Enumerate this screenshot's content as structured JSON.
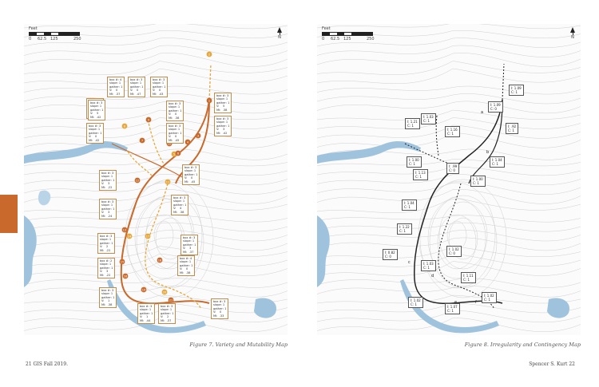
{
  "left_page": {
    "scale": {
      "unit": "Feet",
      "ticks": [
        "0",
        "62.5",
        "125",
        "250"
      ]
    },
    "north_label": "N",
    "caption": "Figure 7. Variety and Mutability Map",
    "footer": "21    GIS Fall 2019.",
    "colors": {
      "primary_route": "#c9692b",
      "secondary_route": "#e8a73a",
      "water": "#9fc3dd",
      "contour": "#cfcfcf"
    },
    "labels": [
      {
        "lines": [
          "box #: 3",
          "slope: 1",
          "gather: 1",
          "V:    0",
          "MI:  .35"
        ]
      },
      {
        "lines": [
          "box #: 4",
          "slope: 1",
          "gather: 1",
          "V:    0",
          "MI:  .37"
        ]
      },
      {
        "lines": [
          "box #: 3",
          "slope: 1",
          "gather: 1",
          "V:    0",
          "MI:  .47"
        ]
      },
      {
        "lines": [
          "box #: 3",
          "slope: 1",
          "gather: 1",
          "V:    0",
          "MI:  .43"
        ]
      },
      {
        "lines": [
          "box #: 3",
          "slope: 1",
          "gather: 1",
          "V:    5",
          "MI:  .42"
        ]
      },
      {
        "lines": [
          "box #: 3",
          "slope: 1",
          "gather: 1",
          "V:    0",
          "MI:  .38"
        ]
      },
      {
        "lines": [
          "box #: 3",
          "slope: 1",
          "gather: 1",
          "V:    0",
          "MI:  .42"
        ]
      },
      {
        "lines": [
          "box #: 3",
          "slope: 1",
          "gather: 1",
          "V:    5",
          "MI:  .38"
        ]
      },
      {
        "lines": [
          "box #: 3",
          "slope: 1",
          "gather: 1",
          "V:    0",
          "MI:  .45"
        ]
      },
      {
        "lines": [
          "box #: 3",
          "slope: 1",
          "gather: 1",
          "V:    3",
          "MI:  .42"
        ]
      },
      {
        "lines": [
          "box #: 3",
          "slope: 1",
          "gather: 1",
          "V:    3",
          "MI:  .22"
        ]
      },
      {
        "lines": [
          "box #: 3",
          "slope: 1",
          "gather: 1",
          "V:    0",
          "MI:  .45"
        ]
      },
      {
        "lines": [
          "box #: 3",
          "slope: 1",
          "gather: 1",
          "V:    4",
          "MI:  .38"
        ]
      },
      {
        "lines": [
          "box #: 3",
          "slope: 1",
          "gather: 1",
          "V:    3",
          "MI:  .24"
        ]
      },
      {
        "lines": [
          "box #: 2",
          "slope: 1",
          "gather: 1",
          "V:    3",
          "MI:  .22"
        ]
      },
      {
        "lines": [
          "box #: 3",
          "slope: 1",
          "gather: 1",
          "V:    3",
          "MI:  .37"
        ]
      },
      {
        "lines": [
          "box #: 3",
          "slope: 1",
          "gather: 1",
          "V:    2",
          "MI:  .22"
        ]
      },
      {
        "lines": [
          "box #: 3",
          "slope: 1",
          "gather: 1",
          "V:    1",
          "MI:  .38"
        ]
      },
      {
        "lines": [
          "box #: 4",
          "slope: 1",
          "gather: 1",
          "V:    0",
          "MI:  .38"
        ]
      },
      {
        "lines": [
          "box #: 3",
          "slope: 1",
          "gather: 1",
          "V:    1",
          "MI:  .44"
        ]
      },
      {
        "lines": [
          "box #: 3",
          "slope: 1",
          "gather: 1",
          "V:    2",
          "MI:  .37"
        ]
      },
      {
        "lines": [
          "box #: 3",
          "slope: 1",
          "gather: 1",
          "V:    0",
          "MI:  .33"
        ]
      }
    ],
    "markers": [
      "1",
      "2",
      "3",
      "4",
      "5",
      "6",
      "7",
      "8",
      "9",
      "10",
      "11",
      "12",
      "13",
      "14",
      "15",
      "16",
      "17",
      "18",
      "19",
      "20",
      "21"
    ]
  },
  "right_page": {
    "scale": {
      "unit": "Feet",
      "ticks": [
        "0",
        "62.5",
        "125",
        "250"
      ]
    },
    "north_label": "N",
    "caption": "Figure 8. Irregularity and Contingency Map",
    "footer": "Spencer S. Kurt    22",
    "labels": [
      {
        "lines": [
          "I:  1.09",
          "C:  1"
        ]
      },
      {
        "lines": [
          "I:  1.09",
          "C:  0"
        ]
      },
      {
        "lines": [
          "I:  1.03",
          "C:  1"
        ]
      },
      {
        "lines": [
          "I:  1.21",
          "C:  1"
        ]
      },
      {
        "lines": [
          "I:  1.16",
          "C:  1"
        ]
      },
      {
        "lines": [
          "I:  .92",
          "C:  1"
        ]
      },
      {
        "lines": [
          "I:  1.04",
          "C:  1"
        ]
      },
      {
        "lines": [
          "I:  .99",
          "C:  0"
        ]
      },
      {
        "lines": [
          "I:  1.00",
          "C:  1"
        ]
      },
      {
        "lines": [
          "I:  1.00",
          "C:  1"
        ]
      },
      {
        "lines": [
          "I:  1.13",
          "C:  1"
        ]
      },
      {
        "lines": [
          "I:  1.04",
          "C:  1"
        ]
      },
      {
        "lines": [
          "I:  1.22",
          "C:  1"
        ]
      },
      {
        "lines": [
          "I:  1.02",
          "C:  0"
        ]
      },
      {
        "lines": [
          "I:  0.82",
          "C:  0"
        ]
      },
      {
        "lines": [
          "I:  1.03",
          "C:  1"
        ]
      },
      {
        "lines": [
          "I:  1.11",
          "C:  1"
        ]
      },
      {
        "lines": [
          "I:  1.02",
          "C:  1"
        ]
      },
      {
        "lines": [
          "I:  1.02",
          "C:  1"
        ]
      },
      {
        "lines": [
          "I:  1.07",
          "C:  1"
        ]
      }
    ],
    "route_letters": [
      "a",
      "b",
      "c",
      "d",
      "e",
      "f"
    ]
  }
}
